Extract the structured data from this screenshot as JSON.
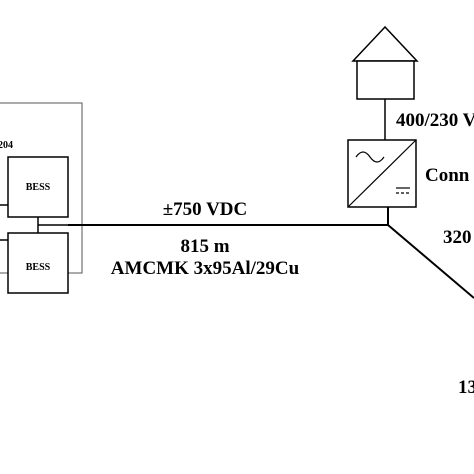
{
  "colors": {
    "line": "#000000",
    "background": "#ffffff"
  },
  "labels": {
    "enclosure_tag": "204",
    "bess_top": "BESS",
    "bess_bottom": "BESS",
    "dc_voltage": "±750 VDC",
    "cable_length": "815 m",
    "cable_type": "AMCMK 3x95Al/29Cu",
    "ac_voltage": "400/230 V",
    "converter_label": "Conn",
    "branch_label": "320",
    "partial_label": "13"
  },
  "icons": {
    "house": "house-icon",
    "converter": "ac-dc-converter-icon",
    "sine": "sine-wave-icon",
    "dc": "dc-symbol-icon"
  }
}
